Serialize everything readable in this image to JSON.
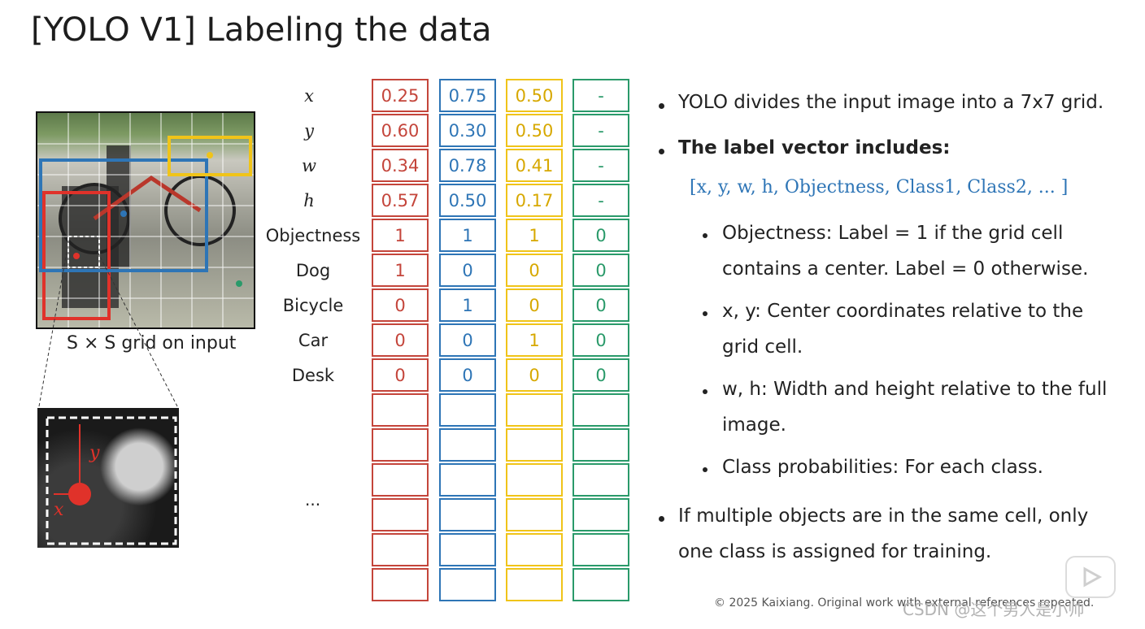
{
  "title": "[YOLO V1] Labeling the data",
  "grid_caption": "S × S grid on input",
  "row_labels": [
    "x",
    "y",
    "w",
    "h",
    "Objectness",
    "Dog",
    "Bicycle",
    "Car",
    "Desk"
  ],
  "ellipsis": "...",
  "columns": [
    {
      "color": "#c4453b",
      "values": [
        "0.25",
        "0.60",
        "0.34",
        "0.57",
        "1",
        "1",
        "0",
        "0",
        "0",
        "",
        "",
        "",
        "",
        "",
        ""
      ]
    },
    {
      "color": "#2e75b6",
      "values": [
        "0.75",
        "0.30",
        "0.78",
        "0.50",
        "1",
        "0",
        "1",
        "0",
        "0",
        "",
        "",
        "",
        "",
        "",
        ""
      ]
    },
    {
      "color": "#f0c419",
      "values": [
        "0.50",
        "0.50",
        "0.41",
        "0.17",
        "1",
        "0",
        "0",
        "1",
        "0",
        "",
        "",
        "",
        "",
        "",
        ""
      ]
    },
    {
      "color": "#2a9a6a",
      "values": [
        "-",
        "-",
        "-",
        "-",
        "0",
        "0",
        "0",
        "0",
        "0",
        "",
        "",
        "",
        "",
        "",
        ""
      ]
    }
  ],
  "bullets": {
    "b1": "YOLO divides the input image into a 7x7 grid.",
    "b2": "The label vector includes:",
    "vector": "[x, y, w, h, Objectness, Class1, Class2, ... ]",
    "sub1_line1": "Objectness: Label  =  1  if  the  grid  cell",
    "sub1_line2": "contains a center. Label = 0 otherwise.",
    "sub2_line1": "x, y: Center  coordinates  relative  to  the",
    "sub2_line2": "grid cell.",
    "sub3_line1": "w, h: Width and height relative to the full",
    "sub3_line2": "image.",
    "sub4": "Class probabilities: For each class.",
    "b3_line1": "If  multiple  objects  are  in  the  same  cell,  only",
    "b3_line2": "one class is assigned for training."
  },
  "copyright": "© 2025 Kaixiang. Original work with external references repeated.",
  "watermark": "CSDN @这个男人是小帅",
  "zoom_labels": {
    "x": "x",
    "y": "y"
  }
}
